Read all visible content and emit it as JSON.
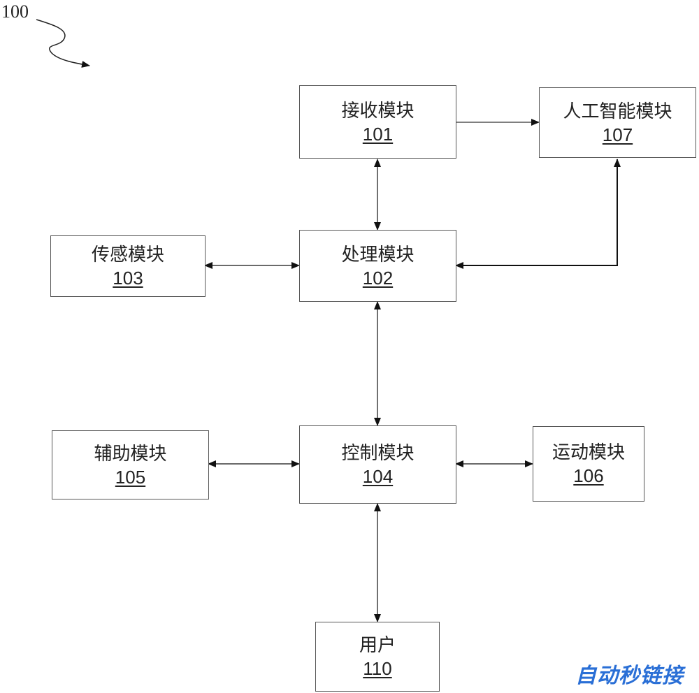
{
  "figure_ref": "100",
  "modules": {
    "receive": {
      "name": "接收模块",
      "num": "101"
    },
    "processing": {
      "name": "处理模块",
      "num": "102"
    },
    "sensing": {
      "name": "传感模块",
      "num": "103"
    },
    "control": {
      "name": "控制模块",
      "num": "104"
    },
    "auxiliary": {
      "name": "辅助模块",
      "num": "105"
    },
    "motion": {
      "name": "运动模块",
      "num": "106"
    },
    "ai": {
      "name": "人工智能模块",
      "num": "107"
    },
    "user": {
      "name": "用户",
      "num": "110"
    }
  },
  "watermark": "自动秒链接"
}
